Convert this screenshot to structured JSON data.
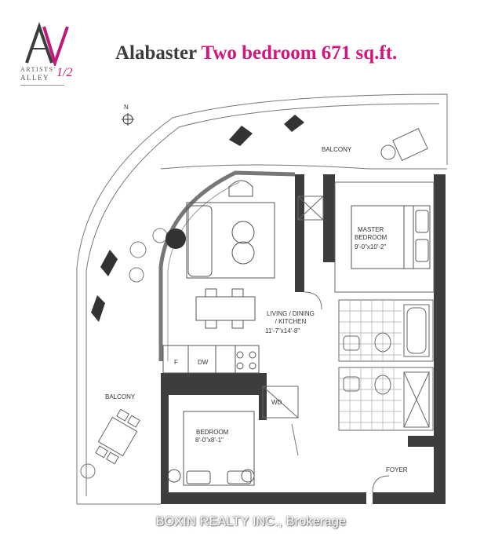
{
  "brand": {
    "line1": "ARTISTS'",
    "line2": "ALLEY",
    "half": "1/2",
    "accent_color": "#d4157e"
  },
  "title": {
    "suite": "Alabaster",
    "type": "Two bedroom 671 sq.ft."
  },
  "plan": {
    "north": "N",
    "balcony_top": "BALCONY",
    "balcony_left": "BALCONY",
    "master_name": "MASTER\nBEDROOM",
    "master_size": "9'-0\"x10'-2\"",
    "living_name": "LIVING / DINING\n/ KITCHEN",
    "living_size": "11'-7\"x14'-8\"",
    "bedroom_name": "BEDROOM",
    "bedroom_size": "8'-0\"x8'-1\"",
    "foyer": "FOYER",
    "wd": "WD",
    "fridge": "F",
    "dw": "DW"
  },
  "watermark": "BOXIN REALTY INC., Brokerage"
}
